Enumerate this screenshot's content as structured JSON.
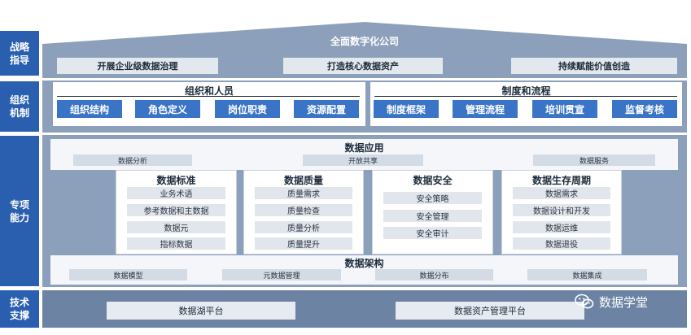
{
  "side_labels": [
    "战略\n指导",
    "组织\n机制",
    "专项\n能力",
    "技术\n支撑"
  ],
  "strategy": {
    "roof_title": "全面数字化公司",
    "items": [
      "开展企业级数据治理",
      "打造核心数据资产",
      "持续赋能价值创造"
    ]
  },
  "org": {
    "left_title": "组织和人员",
    "left_items": [
      "组织结构",
      "角色定义",
      "岗位职责",
      "资源配置"
    ],
    "right_title": "制度和流程",
    "right_items": [
      "制度框架",
      "管理流程",
      "培训贯宣",
      "监督考核"
    ]
  },
  "capability": {
    "app_title": "数据应用",
    "app_items": [
      "数据分析",
      "开放共享",
      "数据服务"
    ],
    "cards": [
      {
        "title": "数据标准",
        "items": [
          "业务术语",
          "参考数据和主数据",
          "数据元",
          "指标数据"
        ]
      },
      {
        "title": "数据质量",
        "items": [
          "质量需求",
          "质量检查",
          "质量分析",
          "质量提升"
        ]
      },
      {
        "title": "数据安全",
        "items": [
          "安全策略",
          "安全管理",
          "安全审计"
        ]
      },
      {
        "title": "数据生存周期",
        "items": [
          "数据需求",
          "数据设计和开发",
          "数据运维",
          "数据退役"
        ]
      }
    ],
    "arch_title": "数据架构",
    "arch_items": [
      "数据模型",
      "元数据管理",
      "数据分布",
      "数据集成"
    ]
  },
  "tech": {
    "items": [
      "数据湖平台",
      "数据资产管理平台"
    ]
  },
  "watermark": {
    "text": "数据学堂",
    "icon": "wechat-icon"
  },
  "colors": {
    "side": "#2a5fb0",
    "band": "#8ca0bb",
    "blue_box": "#3a74c6"
  }
}
